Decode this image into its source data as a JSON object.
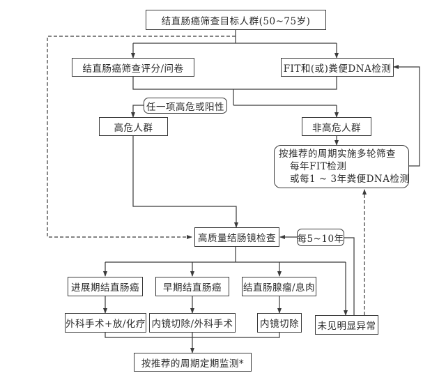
{
  "diagram": {
    "title_node": "结直肠癌筛查目标人群(50~75岁)",
    "screening_methods": {
      "questionnaire": "结直肠癌筛查评分/问卷",
      "stool_test": "FIT和(或)粪便DNA检测"
    },
    "condition_label": "任一项高危或阳性",
    "risk_groups": {
      "high": "高危人群",
      "non_high": "非高危人群"
    },
    "periodic_screening": {
      "line1": "按推荐的周期实施多轮筛查",
      "line2": "每年FIT检测",
      "line3": "或每1 ~ 3年粪便DNA检测"
    },
    "colonoscopy": "高质量结肠镜检查",
    "interval_label": "每5~10年",
    "findings": [
      {
        "finding": "进展期结直肠癌",
        "treatment": "外科手术+放/化疗"
      },
      {
        "finding": "早期结直肠癌",
        "treatment": "内镜切除/外科手术"
      },
      {
        "finding": "结直肠腺瘤/息肉",
        "treatment": "内镜切除"
      }
    ],
    "no_abnormality": "未见明显异常",
    "follow_up": "按推荐的周期定期监测*"
  },
  "colors": {
    "line": "#3a3a3a",
    "text": "#2a2a2a",
    "background": "#ffffff"
  }
}
